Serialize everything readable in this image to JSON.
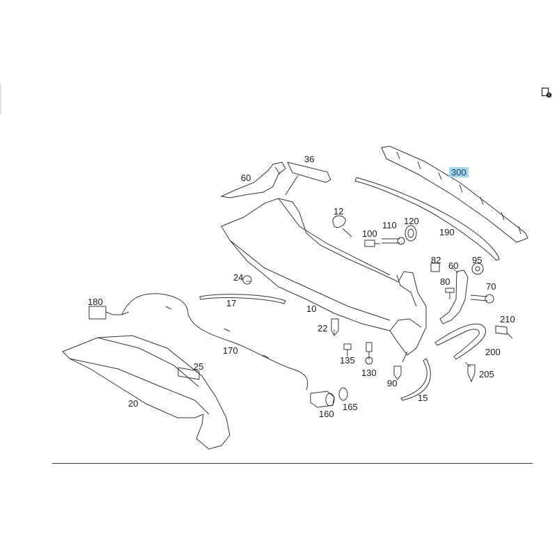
{
  "diagram": {
    "labels": {
      "p36": "36",
      "p60a": "60",
      "p12": "12",
      "p110": "110",
      "p120": "120",
      "p100": "100",
      "p300": "300",
      "p190": "190",
      "p82": "82",
      "p95": "95",
      "p60b": "60",
      "p80": "80",
      "p70": "70",
      "p24": "24",
      "p17": "17",
      "p10": "10",
      "p180": "180",
      "p22": "22",
      "p210": "210",
      "p170": "170",
      "p135": "135",
      "p200": "200",
      "p25": "25",
      "p130": "130",
      "p205": "205",
      "p90": "90",
      "p20": "20",
      "p165": "165",
      "p15": "15",
      "p160": "160"
    },
    "highlighted_part": "300"
  },
  "colors": {
    "highlight": "#a9d7ea",
    "line": "#333333"
  },
  "icons": {
    "corner": "document-info-icon"
  }
}
